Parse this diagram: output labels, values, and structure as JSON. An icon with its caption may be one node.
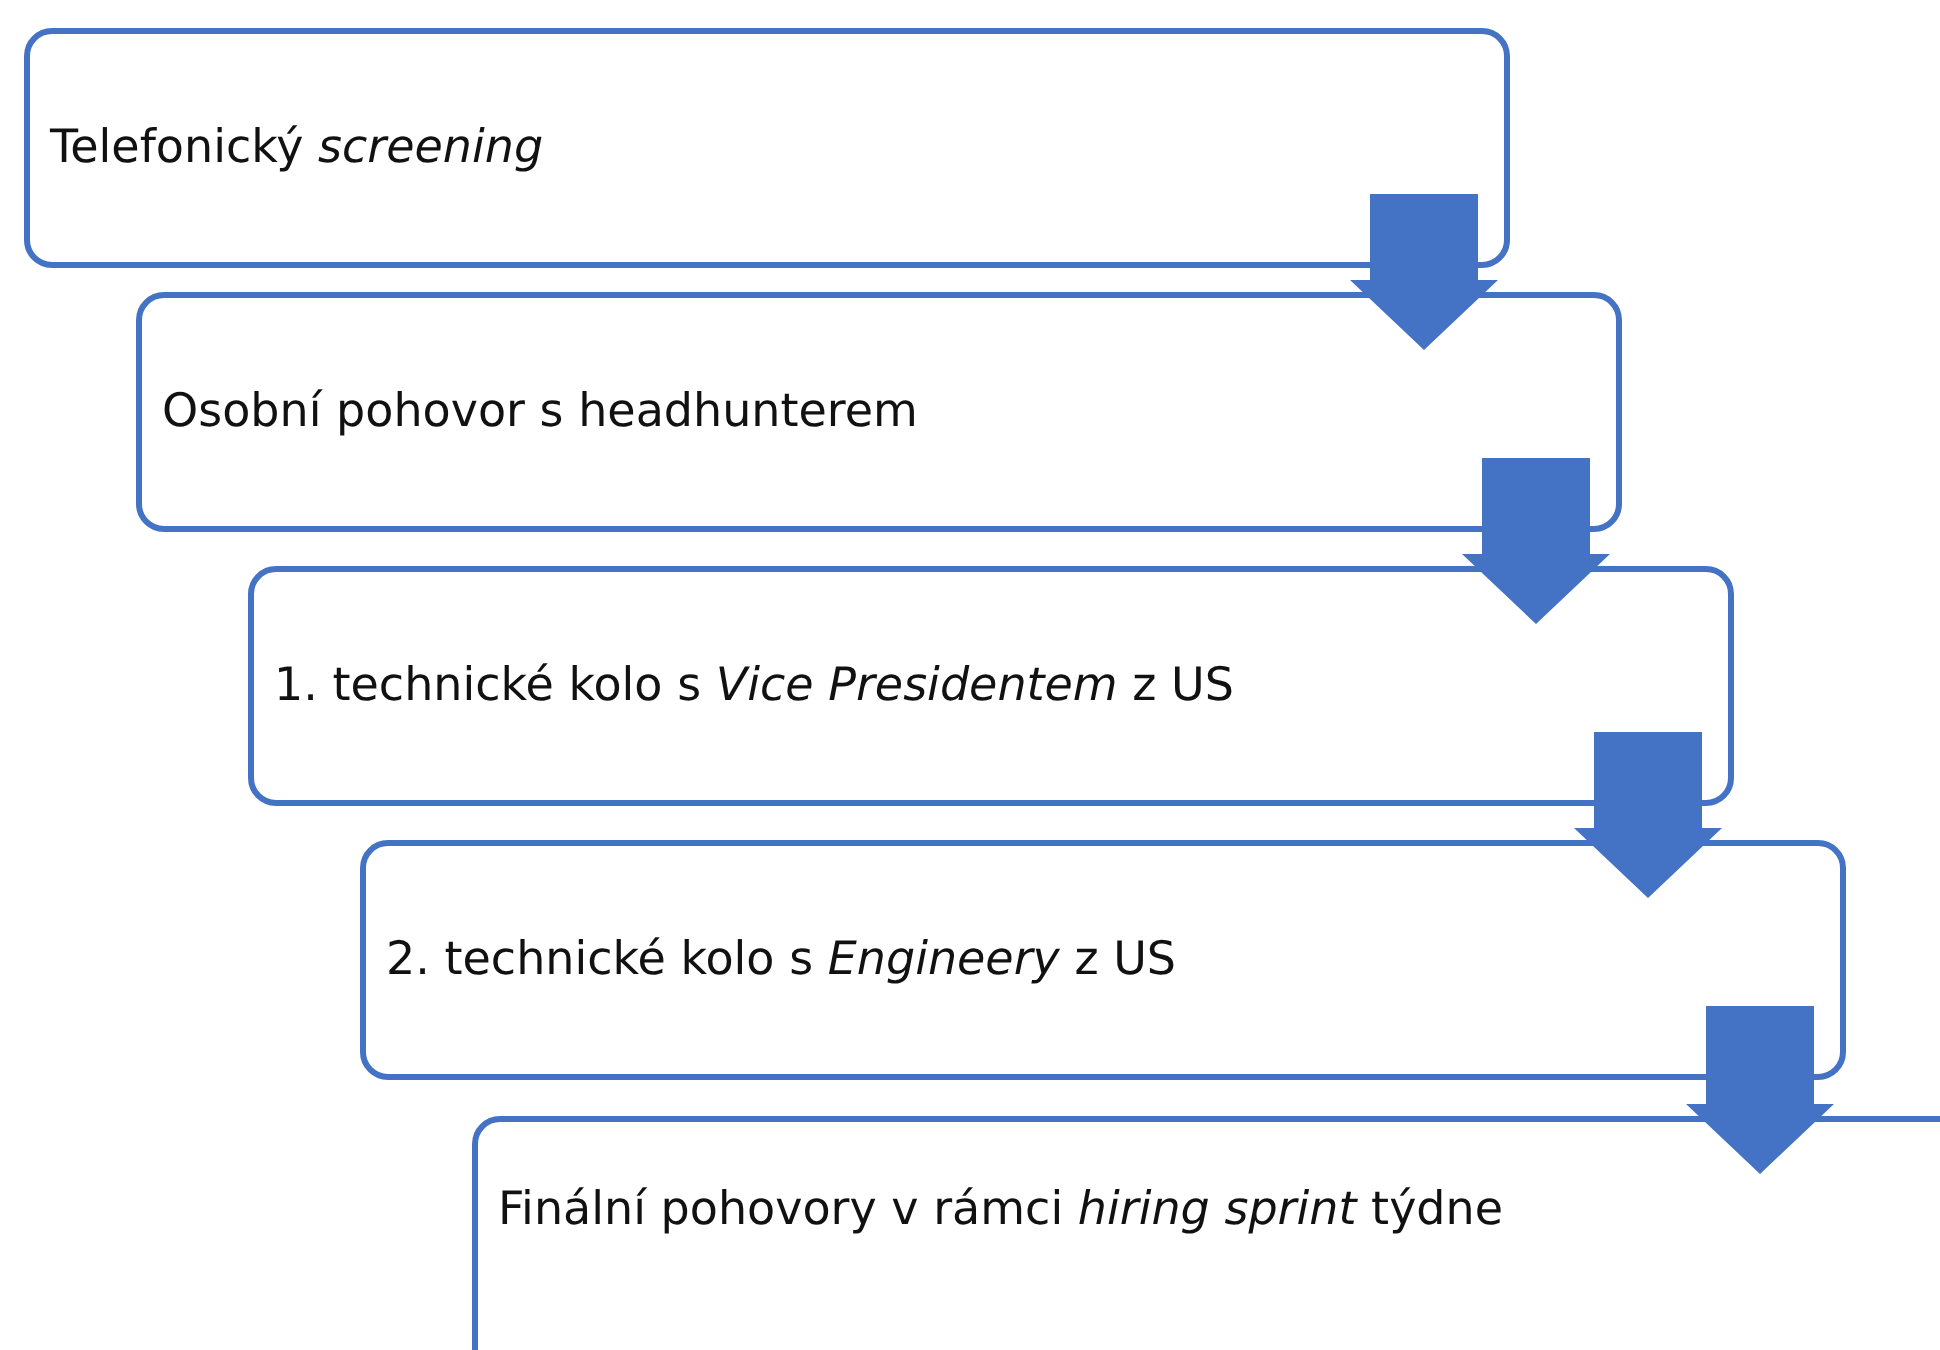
{
  "diagram": {
    "nodes": [
      {
        "text": [
          "Telefonický *screening*"
        ]
      },
      {
        "text": [
          "Osobní pohovor s headhunterem"
        ]
      },
      {
        "text": [
          "1. technické kolo s *Vice Presidentem* z US"
        ]
      },
      {
        "text": [
          "2. technické kolo s *Engineery* z US"
        ]
      },
      {
        "text": [
          "Finální pohovory v rámci *hiring sprint* týdne"
        ]
      }
    ],
    "edges": [
      {
        "from": 0,
        "to": 1,
        "arrow": "to"
      },
      {
        "from": 1,
        "to": 2,
        "arrow": "to"
      },
      {
        "from": 2,
        "to": 3,
        "arrow": "to"
      },
      {
        "from": 3,
        "to": 4,
        "arrow": "to"
      }
    ]
  }
}
